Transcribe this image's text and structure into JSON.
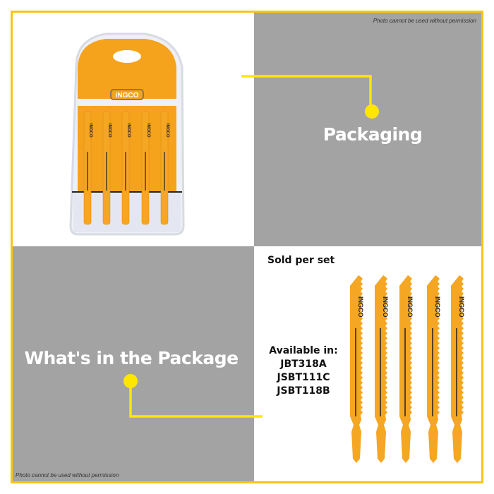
{
  "watermark_top": "Photo cannot be used without permission",
  "watermark_bottom": "Photo cannot be used without permission",
  "packaging_label": "Packaging",
  "package_contents_label": "What's in the Package",
  "sold_per_set": "Sold per set",
  "available": {
    "heading": "Available in:",
    "models": [
      "JBT318A",
      "JSBT111C",
      "JSBT118B"
    ]
  },
  "brand": "INGCO",
  "blade_count": 5,
  "colors": {
    "accent": "#f9c513",
    "blade": "#f5a623",
    "gray_panel": "#a3a3a3",
    "connector": "#ffe600"
  }
}
